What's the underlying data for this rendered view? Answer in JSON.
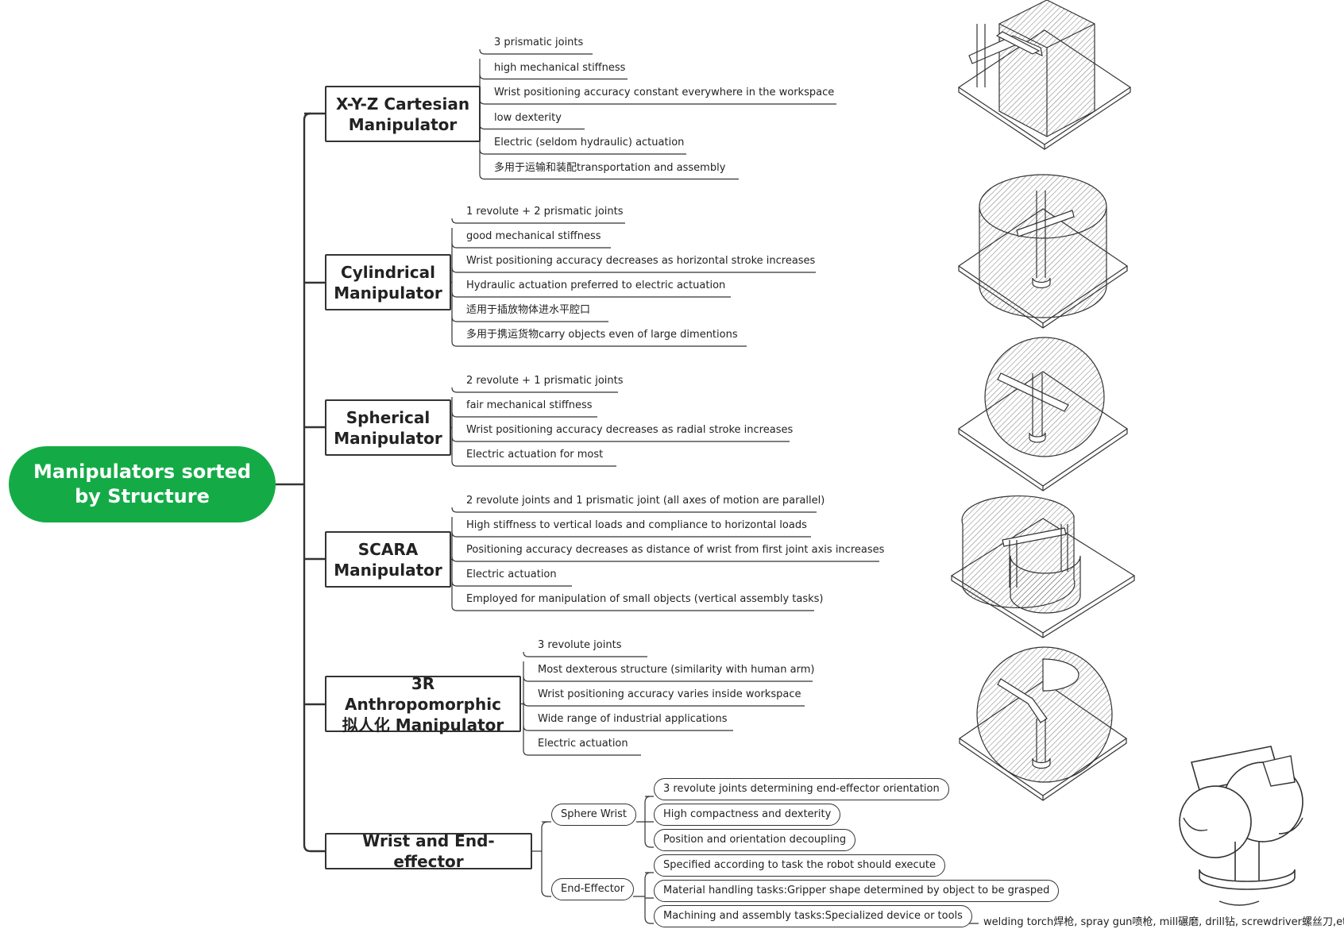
{
  "root": {
    "line1": "Manipulators sorted",
    "line2": "by Structure",
    "color": "#14ab47"
  },
  "branches": [
    {
      "label1": "X-Y-Z Cartesian",
      "label2": "Manipulator",
      "items": [
        "3 prismatic joints",
        "high mechanical stiffness",
        "Wrist positioning accuracy constant everywhere in the workspace",
        "low dexterity",
        "Electric (seldom hydraulic) actuation",
        "多用于运输和装配transportation and assembly"
      ]
    },
    {
      "label1": "Cylindrical",
      "label2": "Manipulator",
      "items": [
        "1 revolute + 2 prismatic joints",
        "good mechanical stiffness",
        "Wrist positioning accuracy decreases as horizontal stroke increases",
        "Hydraulic actuation preferred to electric actuation",
        "适用于插放物体进水平腔口",
        "多用于携运货物carry objects even of large dimentions"
      ]
    },
    {
      "label1": "Spherical",
      "label2": "Manipulator",
      "items": [
        "2 revolute + 1 prismatic joints",
        "fair mechanical stiffness",
        "Wrist positioning accuracy decreases as radial stroke increases",
        "Electric actuation for most"
      ]
    },
    {
      "label1": "SCARA",
      "label2": "Manipulator",
      "items": [
        "2 revolute joints and 1 prismatic joint (all axes of motion are parallel)",
        "High stiffness to vertical loads and compliance to horizontal loads",
        "Positioning accuracy decreases as distance of wrist from first joint axis increases",
        "Electric actuation",
        "Employed for manipulation of small objects (vertical assembly tasks)"
      ]
    },
    {
      "label1": "3R Anthropomorphic",
      "label2": "拟人化 Manipulator",
      "items": [
        "3 revolute joints",
        "Most dexterous structure (similarity with human arm)",
        "Wrist positioning accuracy varies inside workspace",
        "Wide range of industrial applications",
        "Electric actuation"
      ]
    }
  ],
  "wrist": {
    "label": "Wrist and End-effector",
    "sphere_wrist": {
      "label": "Sphere Wrist",
      "items": [
        "3 revolute joints determining end-effector orientation",
        "High compactness and dexterity",
        "Position and orientation decoupling"
      ]
    },
    "end_effector": {
      "label": "End-Effector",
      "items": [
        "Specified according to task the robot should execute",
        "Material handling tasks:Gripper shape determined by object to be grasped",
        "Machining and assembly tasks:Specialized device or tools"
      ]
    },
    "note": "welding torch焊枪, spray gun喷枪, mill碾磨, drill钻, screwdriver螺丝刀,etc)"
  }
}
